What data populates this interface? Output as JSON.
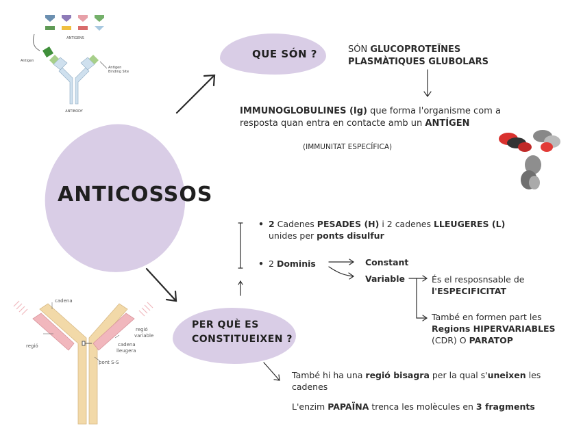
{
  "main_title": "ANTICOSSOS",
  "question1": {
    "title": "QUE SÓN ?",
    "answer_pre": "SÓN ",
    "answer_bold_1": "GLUCOPROTEÏNES",
    "answer_bold_2": "PLASMÀTIQUES GLUBOLARS"
  },
  "definition": {
    "bold_1": "IMMUNOGLOBULINES (Ig)",
    "text_1": " que forma l'organisme com a",
    "text_2": "resposta quan entra en contacte amb un ",
    "bold_2": "ANTÍGEN",
    "note": "(IMMUNITAT ESPECÍFICA)"
  },
  "question2": {
    "title_line1": "PER QUÈ ES",
    "title_line2": "CONSTITUEIXEN ?"
  },
  "structure": {
    "b1_num": "2",
    "b1_t1": " Cadenes ",
    "b1_b1": "PESADES (H)",
    "b1_t2": " i 2 cadenes ",
    "b1_b2": "LLEUGERES (L)",
    "b1_t3": "unides per ",
    "b1_b3": "ponts disulfur",
    "b2_t1": "2 ",
    "b2_b1": "Dominis",
    "domain_constant": "Constant",
    "domain_variable": "Variable",
    "var1_t1": "És el resposnsable de",
    "var1_b1": "l'ESPECIFICITAT",
    "var2_t1": "També en formen part les",
    "var2_b1": "Regions HIPERVARIABLES",
    "var2_t2": "(CDR) O ",
    "var2_b2": "PARATOP"
  },
  "footer": {
    "l1_t1": "També hi ha una ",
    "l1_b1": "regió bisagra",
    "l1_t2": " per la qual s'",
    "l1_b2": "uneixen",
    "l1_t3": " les",
    "l2": "cadenes",
    "l3_t1": "L'enzim ",
    "l3_b1": "PAPAÏNA",
    "l3_t2": " trenca les molècules en ",
    "l3_b2": "3 fragments"
  },
  "diagram_top": {
    "label_antigens": "ANTIGENS",
    "label_antigen": "Antigen",
    "label_binding_1": "Antigen",
    "label_binding_2": "Binding Site",
    "label_antibody": "ANTIBODY"
  },
  "diagram_bottom": {
    "label_cadena": "cadena",
    "label_regio": "regió",
    "label_regio_var_1": "regió",
    "label_regio_var_2": "variable",
    "label_cadena_l_1": "cadena",
    "label_cadena_l_2": "lleugera",
    "label_pont": "pont S-S"
  },
  "colors": {
    "blob": "#d9cde6",
    "heavy_chain": "#f2d9a8",
    "light_chain": "#f1b7bd",
    "antibody_blue": "#cfe0ee",
    "antibody_green": "#a7cf8a"
  }
}
